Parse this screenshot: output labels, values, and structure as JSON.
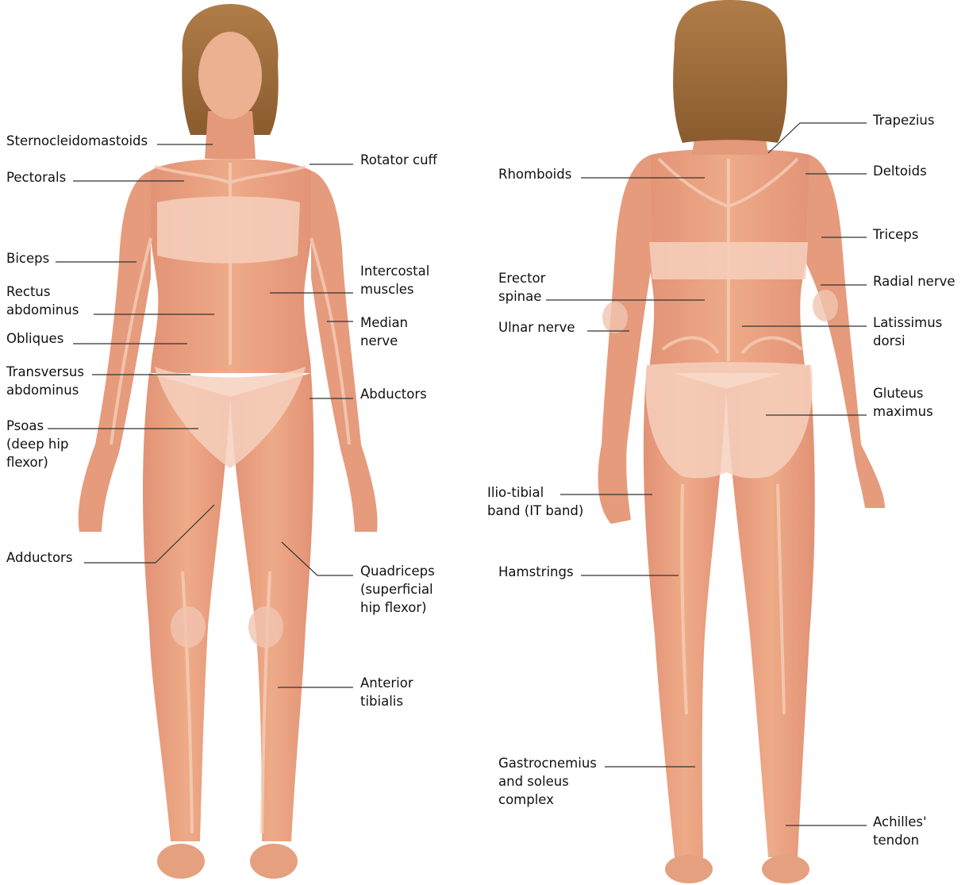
{
  "front_labels": {
    "sternocleidomastoids": "Sternocleidomastoids",
    "pectorals": "Pectorals",
    "biceps": "Biceps",
    "rectus_abdominus": "Rectus\nabdominus",
    "obliques": "Obliques",
    "transversus_abdominus": "Transversus\nabdominus",
    "psoas": "Psoas\n(deep hip\nflexor)",
    "adductors": "Adductors",
    "rotator_cuff": "Rotator cuff",
    "intercostal_muscles": "Intercostal\nmuscles",
    "median_nerve": "Median\nnerve",
    "abductors": "Abductors",
    "quadriceps": "Quadriceps\n(superficial\nhip flexor)",
    "anterior_tibialis": "Anterior\ntibialis"
  },
  "back_labels": {
    "rhomboids": "Rhomboids",
    "erector_spinae": "Erector\nspinae",
    "ulnar_nerve": "Ulnar nerve",
    "ilio_tibial_band": "Ilio-tibial\nband (IT band)",
    "hamstrings": "Hamstrings",
    "gastrocnemius": "Gastrocnemius\nand soleus\ncomplex",
    "trapezius": "Trapezius",
    "deltoids": "Deltoids",
    "triceps": "Triceps",
    "radial_nerve": "Radial nerve",
    "latissimus_dorsi": "Latissimus\ndorsi",
    "gluteus_maximus": "Gluteus\nmaximus",
    "achilles_tendon": "Achilles'\ntendon"
  },
  "colors": {
    "skin": "#e9a27f",
    "skin_dark": "#d9876a",
    "muscle_highlight": "#f6d4c3",
    "hair": "#9a6a3a",
    "leader_line": "#333333"
  }
}
